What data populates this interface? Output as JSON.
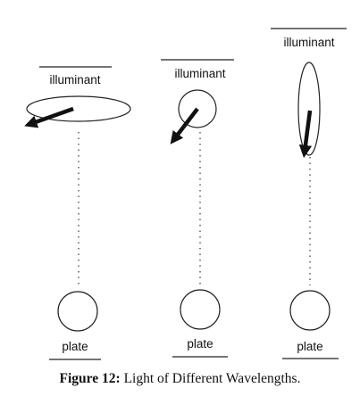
{
  "diagram": {
    "panels": [
      {
        "top_label": "illuminant",
        "bottom_label": "plate"
      },
      {
        "top_label": "illuminant",
        "bottom_label": "plate"
      },
      {
        "top_label": "illuminant",
        "bottom_label": "plate"
      }
    ]
  },
  "caption": {
    "number": "Figure 12:",
    "text": "Light of Different Wavelengths."
  }
}
